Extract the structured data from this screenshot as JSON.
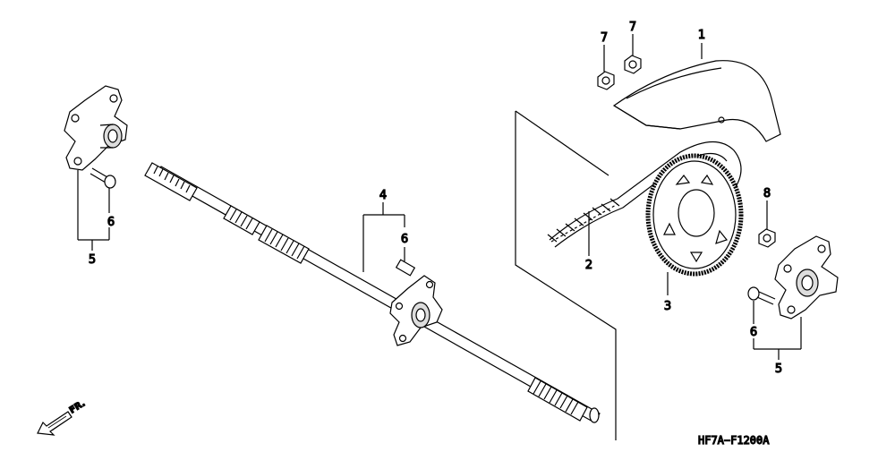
{
  "diagram": {
    "drawing_code": "HF7A−F1200A",
    "direction_label": "FR.",
    "callouts": {
      "c1": "1",
      "c2": "2",
      "c3": "3",
      "c4": "4",
      "c5_left": "5",
      "c5_right": "5",
      "c6_left": "6",
      "c6_mid": "6",
      "c6_right": "6",
      "c7_a": "7",
      "c7_b": "7",
      "c8": "8"
    }
  }
}
